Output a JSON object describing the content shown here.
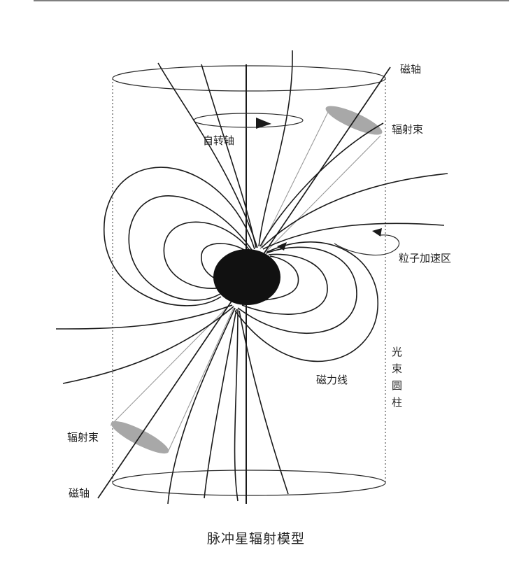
{
  "labels": {
    "magnetic_axis_top": "磁轴",
    "beam_top": "辐射束",
    "spin_axis": "自转轴",
    "particle_accel_zone": "粒子加速区",
    "light_cylinder": [
      "光",
      "束",
      "圆",
      "柱"
    ],
    "field_lines": "磁力线",
    "beam_bottom": "辐射束",
    "magnetic_axis_bottom": "磁轴"
  },
  "caption": "脉冲星辐射模型",
  "colors": {
    "ink": "#1a1a1a",
    "beam_fill": "#a8a8a8",
    "neutron_star": "#111111",
    "cone_line": "#9a9a9a"
  }
}
